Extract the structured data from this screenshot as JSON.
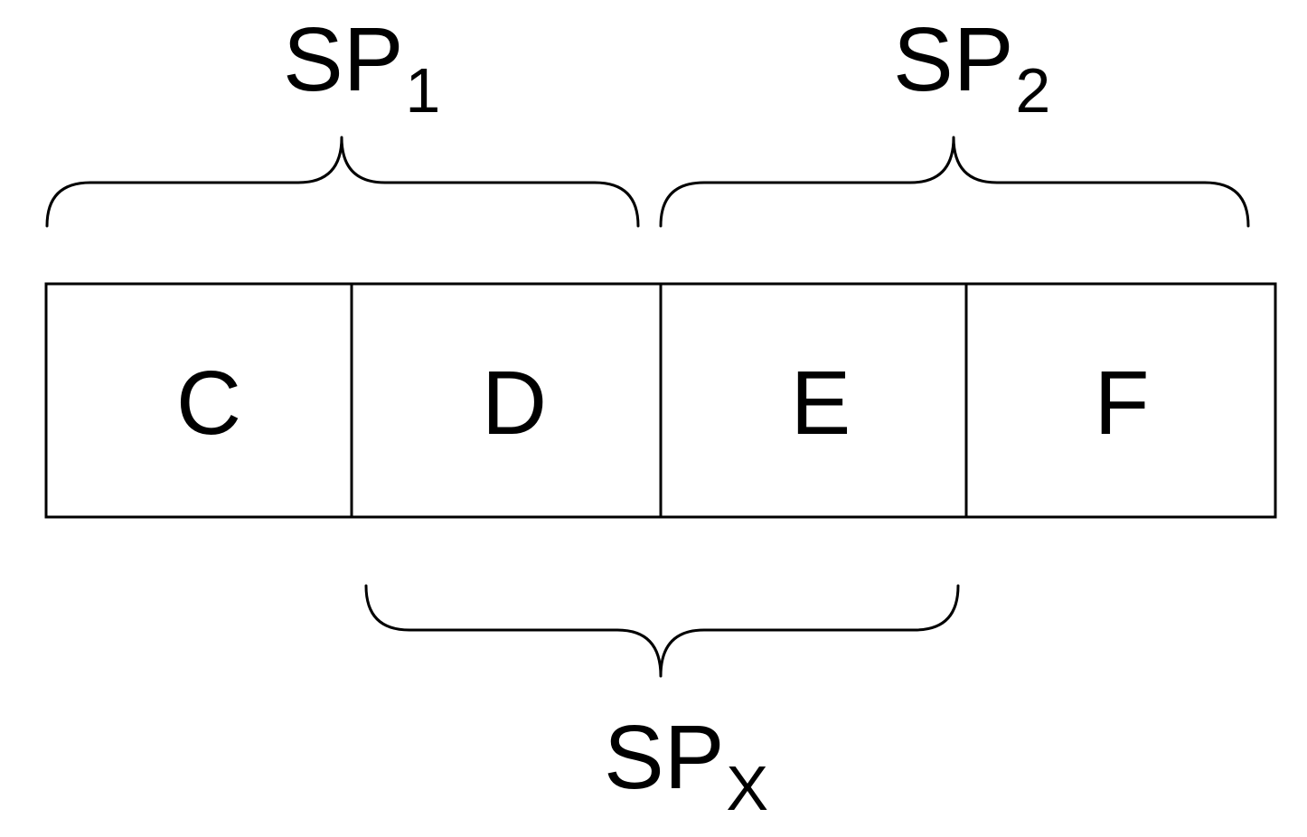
{
  "cells": [
    {
      "label": "C"
    },
    {
      "label": "D"
    },
    {
      "label": "E"
    },
    {
      "label": "F"
    }
  ],
  "groups": {
    "sp1": {
      "base": "SP",
      "subscript": "1"
    },
    "sp2": {
      "base": "SP",
      "subscript": "2"
    },
    "spx": {
      "base": "SP",
      "subscript": "X"
    }
  },
  "colors": {
    "stroke": "#000000",
    "background": "#ffffff"
  }
}
